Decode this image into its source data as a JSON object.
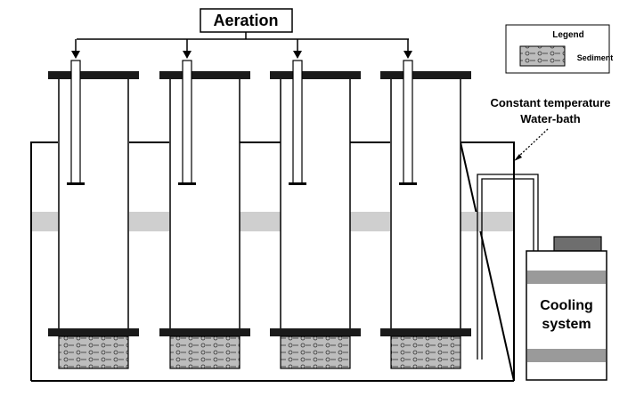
{
  "aeration_label": "Aeration",
  "legend": {
    "title": "Legend",
    "items": [
      {
        "label": "Sediment",
        "pattern": "sediment"
      }
    ]
  },
  "water_bath_label": {
    "line1": "Constant temperature",
    "line2": "Water-bath"
  },
  "cooling_system": {
    "line1": "Cooling",
    "line2": "system"
  },
  "columns": [
    {
      "id": 1
    },
    {
      "id": 2
    },
    {
      "id": 3
    },
    {
      "id": 4
    }
  ],
  "colors": {
    "stroke": "#000000",
    "cap": "#1a1a1a",
    "water_band": "#cfcfcf",
    "sediment_fill": "#bdbdbd",
    "lid": "#6e6e6e",
    "stripe": "#9a9a9a"
  }
}
